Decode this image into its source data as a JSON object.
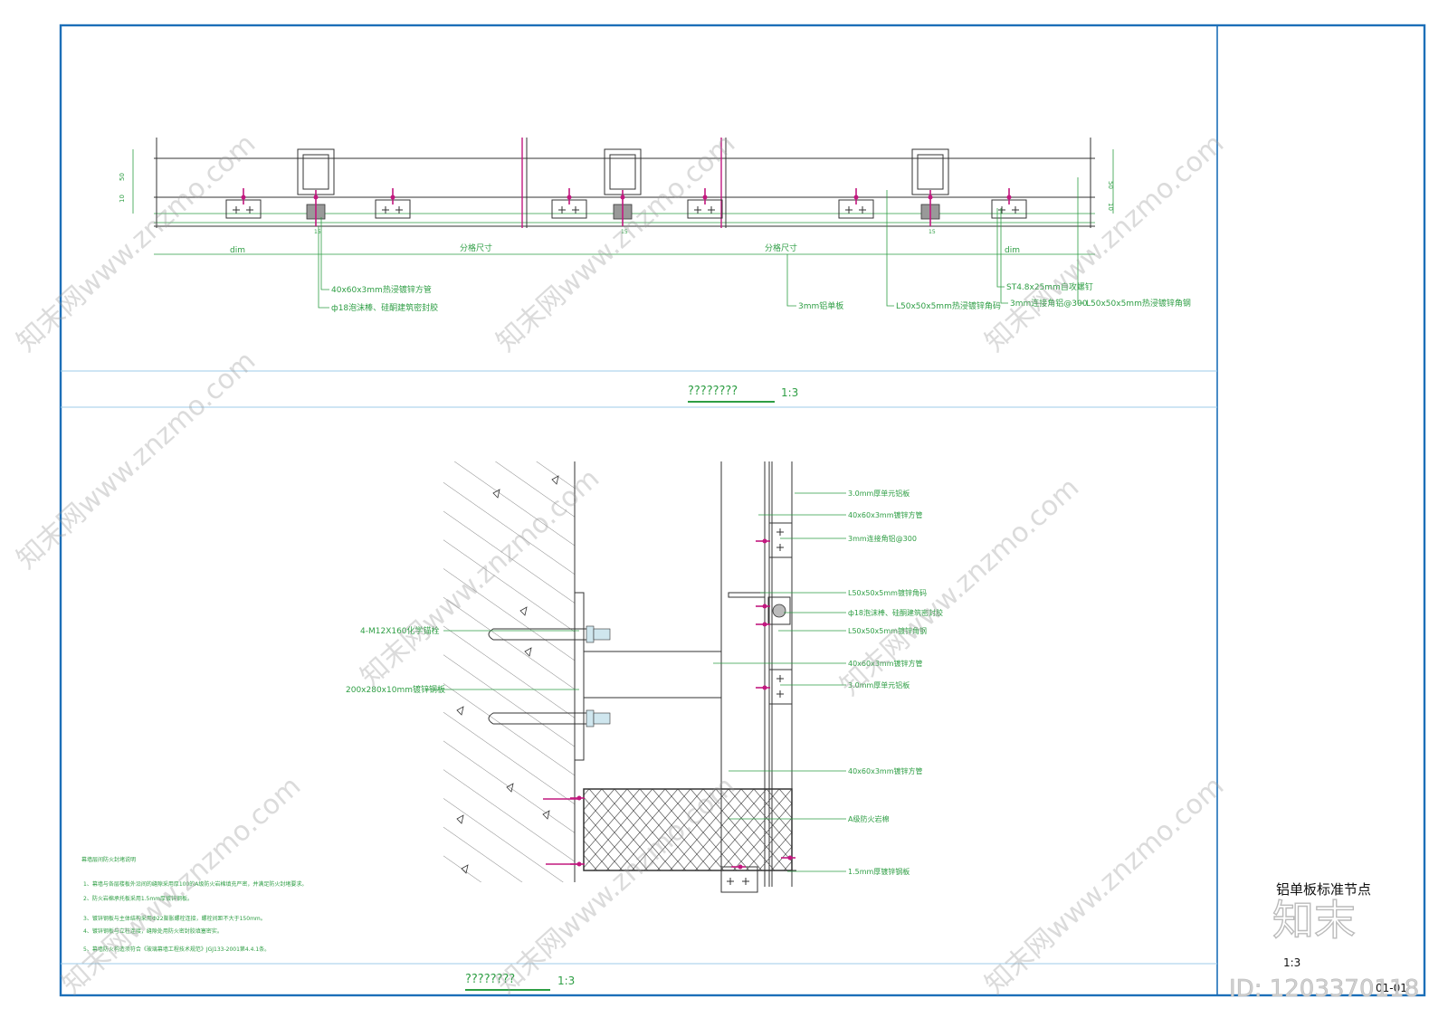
{
  "sheet": {
    "title": "铝单板标准节点",
    "scale_label": "1:3",
    "drawing_no": "01-01",
    "logo_text": "知末",
    "id_text": "ID: 1203370118"
  },
  "watermark": {
    "text": "知末网www.znzmo.com"
  },
  "top_detail": {
    "title": "????????",
    "scale": "1:3",
    "dims": {
      "left": "dim",
      "mid1": "分格尺寸",
      "mid2": "分格尺寸",
      "right": "dim",
      "h50": "50",
      "h10": "10",
      "w15": "15"
    },
    "callouts": [
      "40x60x3mm热浸镀锌方管",
      "ф18泡沫棒、硅酮建筑密封胶",
      "3mm铝单板",
      "L50x50x5mm热浸镀锌角码",
      "ST4.8x25mm自攻螺钉",
      "3mm连接角铝@300",
      "L50x50x5mm热浸镀锌角钢"
    ]
  },
  "bottom_detail": {
    "title": "????????",
    "scale": "1:3",
    "left_callouts": [
      "4-M12X160化学锚栓",
      "200x280x10mm镀锌钢板"
    ],
    "right_callouts": [
      "3.0mm厚单元铝板",
      "40x60x3mm镀锌方管",
      "3mm连接角铝@300",
      "L50x50x5mm镀锌角码",
      "ф18泡沫棒、硅酮建筑密封胶",
      "L50x50x5mm镀锌角钢",
      "40x60x3mm镀锌方管",
      "3.0mm厚单元铝板",
      "40x60x3mm镀锌方管",
      "A级防火岩棉",
      "1.5mm厚镀锌钢板"
    ],
    "notes_title": "幕墙层间防火封堵说明",
    "notes": [
      "1、幕墙与各层楼板外沿间的缝隙采用厚100的A级防火岩棉填充严密，并满足防火封堵要求。",
      "2、防火岩棉承托板采用1.5mm厚镀锌钢板。",
      "3、镀锌钢板与主体结构采用Ф22膨胀螺栓连接，螺栓间距不大于150mm。",
      "4、镀锌钢板与立柱连接，缝隙处用防火密封胶填塞密实。",
      "5、幕墙防火构造须符合《玻璃幕墙工程技术规范》JGJ133-2001第4.4.1条。"
    ]
  }
}
